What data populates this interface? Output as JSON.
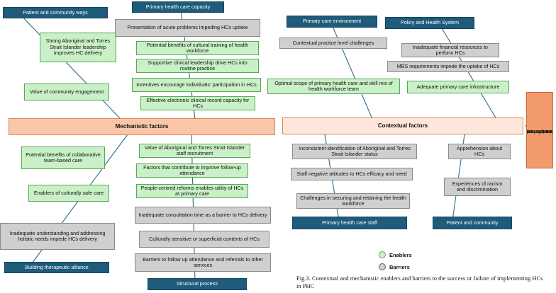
{
  "diagram": {
    "mechanistic_label": "Mechanistic factors",
    "contextual_label": "Contextual factors",
    "outcome_label_lines": [
      "HCs implementation in the",
      "prevention and early",
      "detection of chronic",
      "diseases"
    ],
    "categories": {
      "patient_community_ways": "Patient and community ways",
      "phc_capacity": "Primary health care capacity",
      "primary_care_environment": "Primary care environment",
      "policy_health_system": "Policy and Health System",
      "building_alliance": "Building therapeutic alliance",
      "structural_process": "Structural process",
      "phc_staff": "Primary health care staff",
      "patient_community": "Patient and community"
    },
    "items": {
      "strong_leadership": "Strong Aboriginal and Torres Strait Islander leadership improves HC delivery",
      "value_engagement": "Value of community engagement",
      "acute_problems": "Presentation of acute problems impeding HCs uptake",
      "cultural_training": "Potential benefits of cultural training of health workforce",
      "clinical_leadership": "Supportive clinical leadership drive HCs into routine practice",
      "incentives": "Incentives encourage individuals' participation in HCs",
      "ecr_capacity": "Effective electronic clinical record capacity for HCs",
      "contextual_challenges": "Contextual practice level challenges",
      "optimal_scope": "Optimal scope of primary health care and skill mix of health workforce team",
      "financial_resources": "Inadequate financial resources to perform HCs",
      "mbs_requirements": "MBS requirements impede the uptake of HCs",
      "infrastructure": "Adequate primary care infrastructure",
      "team_based_care": "Potential benefits of collaborative team-based care",
      "safe_care": "Enablers of culturally safe care",
      "holistic_needs": "Inadequate understanding and addressing holistic needs impede HCs delivery",
      "staff_recruitment": "Value of Aboriginal and Torres Strait Islander staff recruitment",
      "followup_factors": "Factors that contribute to improve follow-up attendance",
      "people_centred": "People-centred reforms enables utility of HCs at primary care",
      "consultation_time": "Inadequate consultation time as a barrier to HCs delivery",
      "cultural_contents": "Culturally sensitive or superficial contents of HCs",
      "followup_barriers": "Barriers to follow up attendance and referrals to other services",
      "inconsistent_id": "Inconsistent identification of Aboriginal and Torres Strait Islander status",
      "negative_attitudes": "Staff negative attitudes to HCs efficacy and need",
      "retaining_workforce": "Challenges in securing and retaining the health workforce",
      "apprehension": "Apprehension about HCs",
      "racism": "Experiences of racism and discrimination"
    }
  },
  "legend": {
    "enablers": "Enablers",
    "barriers": "Barriers"
  },
  "caption": "Fig.3. Contextual and mechanistic enablers and barriers to the success or failure of implementing HCs in PHC",
  "colors": {
    "dark_box": "#1f5b7a",
    "enabler": "#c9f0c6",
    "barrier": "#cfcfcf",
    "mechanistic": "#f9c6a8",
    "contextual": "#fde7da",
    "outcome": "#f29a6c",
    "line": "#2a6e8f"
  }
}
